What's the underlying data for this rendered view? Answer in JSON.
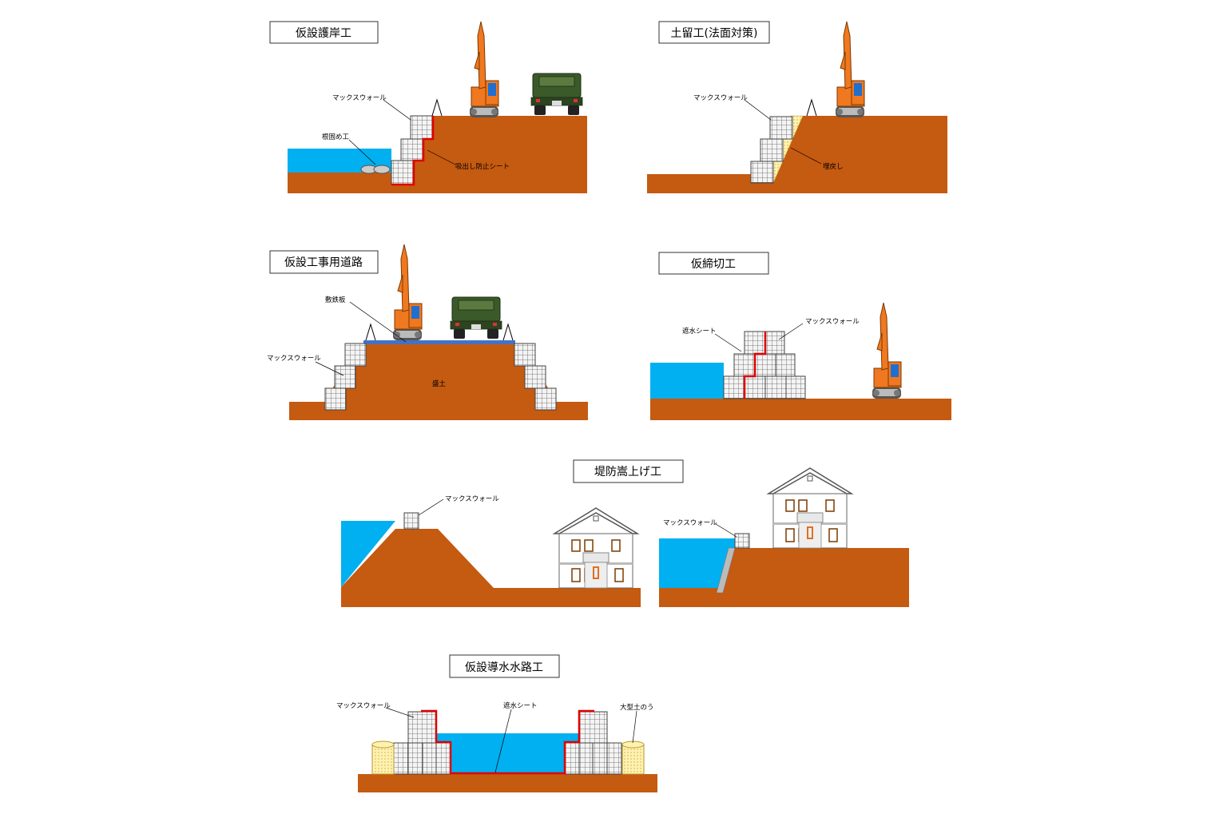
{
  "colors": {
    "soil": "#C55A11",
    "water": "#00B0F0",
    "sheet_red": "#E00000",
    "excavator": "#F07820",
    "truck": "#3A5A2A",
    "block_grid": "#606060",
    "sandbag": "#FFF2B0",
    "steel_plate": "#4472C4"
  },
  "icons": [
    "excavator-icon",
    "dump-truck-icon",
    "house-icon",
    "gabion-block-icon",
    "sandbag-icon"
  ],
  "panels": {
    "p1": {
      "title": "仮設護岸工",
      "labels": {
        "wall": "マックスウォール",
        "toe": "根固め工",
        "sheet": "吸出し防止シート"
      }
    },
    "p2": {
      "title": "土留工(法面対策)",
      "labels": {
        "wall": "マックスウォール",
        "backfill": "埋戻し"
      }
    },
    "p3": {
      "title": "仮設工事用道路",
      "labels": {
        "plate": "敷鉄板",
        "wall": "マックスウォール",
        "fill": "盛土"
      }
    },
    "p4": {
      "title": "仮締切工",
      "labels": {
        "sheet": "遮水シート",
        "wall": "マックスウォール"
      }
    },
    "p5": {
      "title": "堤防嵩上げ工",
      "labels": {
        "wall_a": "マックスウォール",
        "wall_b": "マックスウォール"
      }
    },
    "p6": {
      "title": "仮設導水水路工",
      "labels": {
        "wall": "マックスウォール",
        "sheet": "遮水シート",
        "bag": "大型土のう"
      }
    }
  }
}
